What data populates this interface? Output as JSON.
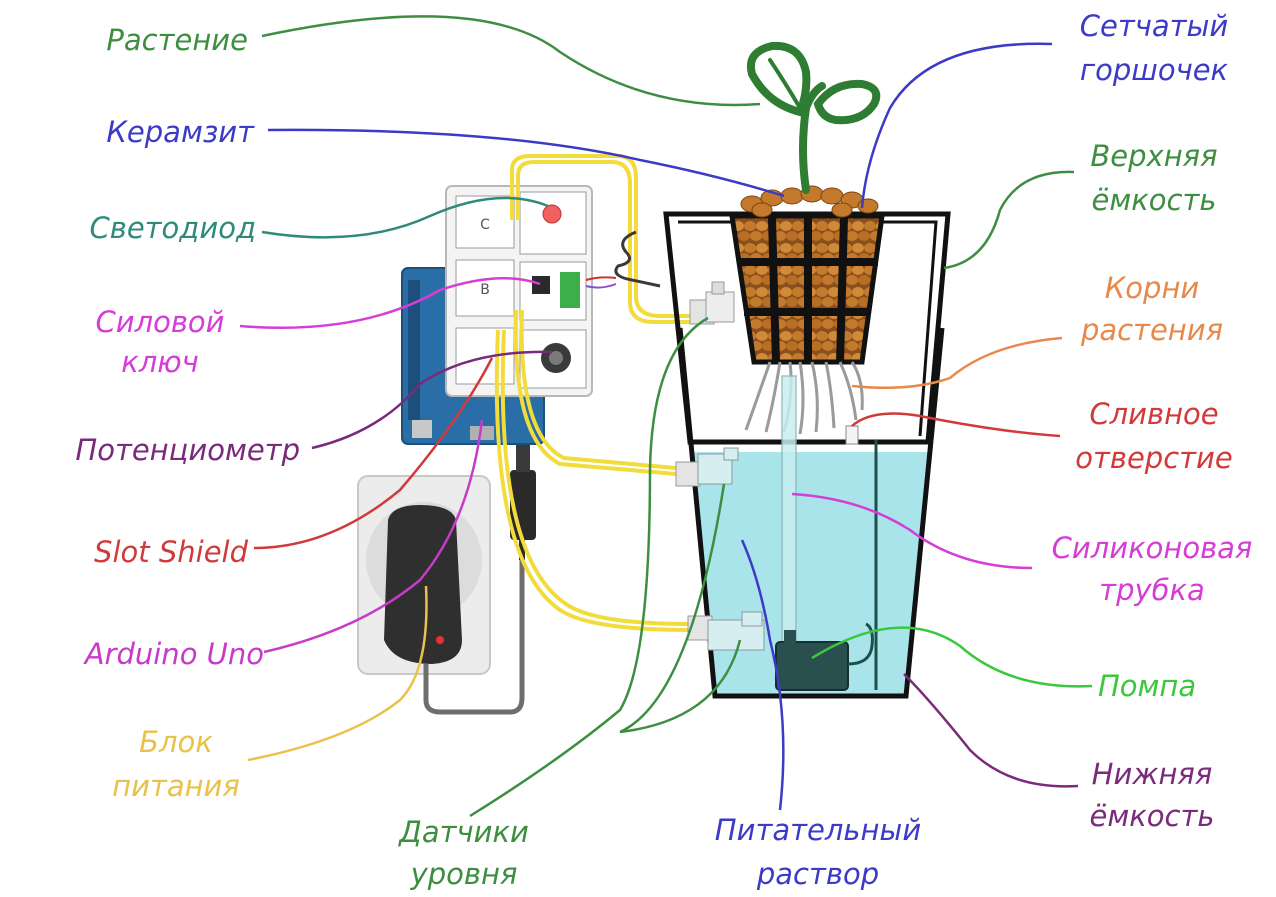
{
  "labels": {
    "plant": "Растение",
    "keramzit": "Керамзит",
    "led": "Светодиод",
    "power_switch_1": "Силовой",
    "power_switch_2": "ключ",
    "potentiometer": "Потенциометр",
    "slot_shield": "Slot Shield",
    "arduino": "Arduino Uno",
    "psu_1": "Блок",
    "psu_2": "питания",
    "level_sensors_1": "Датчики",
    "level_sensors_2": "уровня",
    "nutrient_1": "Питательный",
    "nutrient_2": "раствор",
    "mesh_pot_1": "Сетчатый",
    "mesh_pot_2": "горшочек",
    "upper_tank_1": "Верхняя",
    "upper_tank_2": "ёмкость",
    "roots_1": "Корни",
    "roots_2": "растения",
    "drain_1": "Сливное",
    "drain_2": "отверстие",
    "silicone_1": "Силиконовая",
    "silicone_2": "трубка",
    "pump": "Помпа",
    "lower_tank_1": "Нижняя",
    "lower_tank_2": "ёмкость"
  },
  "board_marks": {
    "slot_c": "C",
    "slot_b": "B"
  },
  "colors": {
    "plant": "#3e8e41",
    "keramzit": "#3b3bc7",
    "led": "#2e8b7a",
    "power_switch": "#d63cd6",
    "potentiometer": "#7a2a7a",
    "slot_shield": "#d23a3a",
    "arduino": "#c83ac8",
    "psu": "#e8c24a",
    "level_sensors": "#3e8e41",
    "nutrient": "#3b3bc7",
    "mesh_pot": "#3b3bc7",
    "upper_tank": "#3e8e41",
    "roots": "#e8894a",
    "drain": "#d23a3a",
    "silicone": "#d63cd6",
    "pump": "#3cc83c",
    "lower_tank": "#7a2a7a",
    "water": "#a8e4ea",
    "keramzit_ball": "#c47a2c",
    "wire": "#f2dc3c"
  }
}
